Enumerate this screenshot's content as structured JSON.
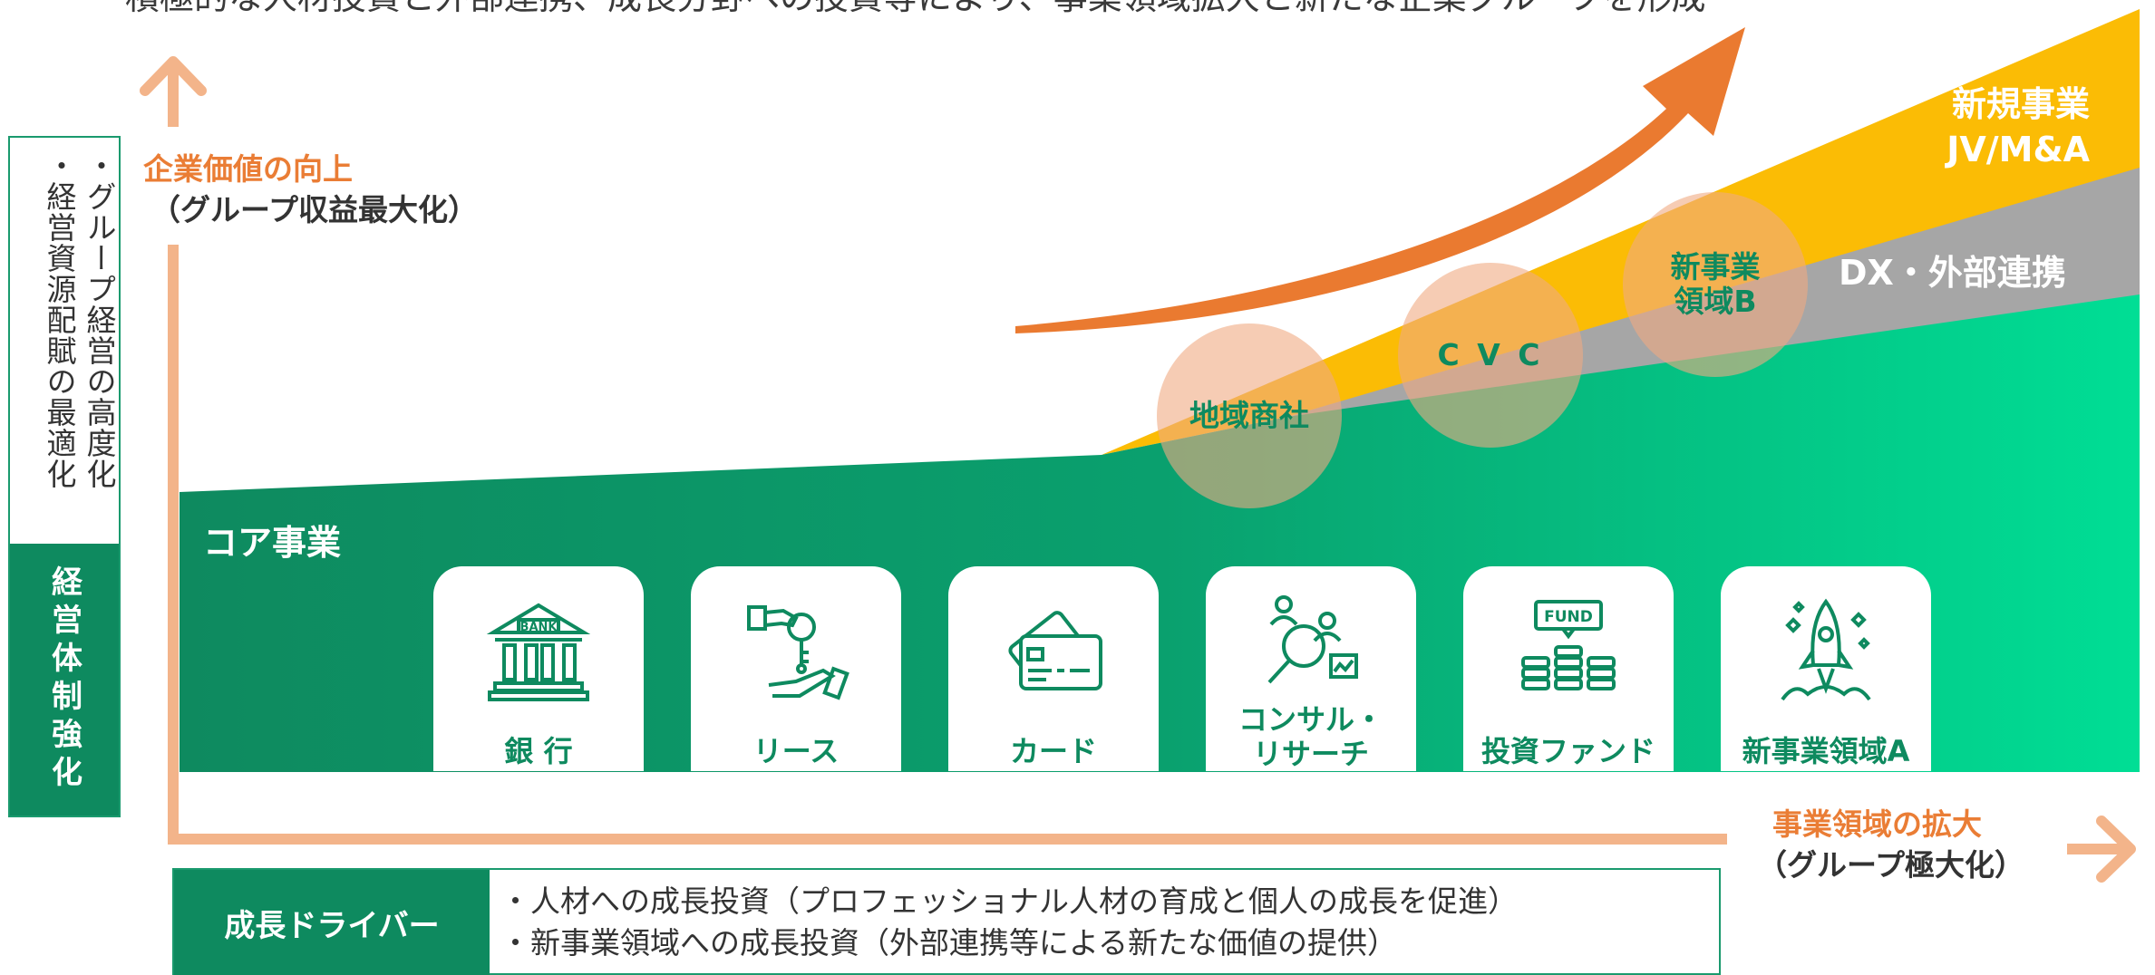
{
  "top_banner": "・積極的な人材投資と外部連携、成長分野への投資等により、事業領域拡大と新たな企業グループを形成",
  "side_panel": {
    "items": [
      "・グループ経営の高度化",
      "・経営資源配賦の最適化"
    ],
    "label": "経営体制強化"
  },
  "y_axis": {
    "title": "企業価値の向上",
    "subtitle": "（グループ収益最大化）"
  },
  "x_axis": {
    "title": "事業領域の拡大",
    "subtitle": "（グループ極大化）"
  },
  "core": {
    "label": "コア事業",
    "cards": [
      {
        "label": "銀 行",
        "icon": "bank-icon"
      },
      {
        "label": "リース",
        "icon": "key-handover-icon"
      },
      {
        "label": "カード",
        "icon": "credit-card-icon"
      },
      {
        "label_lines": [
          "コンサル・",
          "リサーチ"
        ],
        "icon": "research-icon"
      },
      {
        "label": "投資ファンド",
        "icon": "fund-icon"
      },
      {
        "label": "新事業領域A",
        "icon": "rocket-icon"
      }
    ]
  },
  "bands": {
    "new_business": [
      "新規事業",
      "JV/M&A"
    ],
    "dx": "DX・外部連携"
  },
  "bubbles": {
    "regional": "地域商社",
    "cvc": "C V C",
    "new_b": [
      "新事業",
      "領域B"
    ]
  },
  "growth_drivers": {
    "label": "成長ドライバー",
    "items": [
      "・人材への成長投資（プロフェッショナル人材の育成と個人の成長を促進）",
      "・新事業領域への成長投資（外部連携等による新たな価値の提供）"
    ]
  },
  "colors": {
    "green_dark": "#0e8a5f",
    "green_light": "#00d68f",
    "yellow": "#fbbc05",
    "gray": "#a6a6a6",
    "orange_arrow": "#ea7a30",
    "axis": "#f3b48a"
  }
}
